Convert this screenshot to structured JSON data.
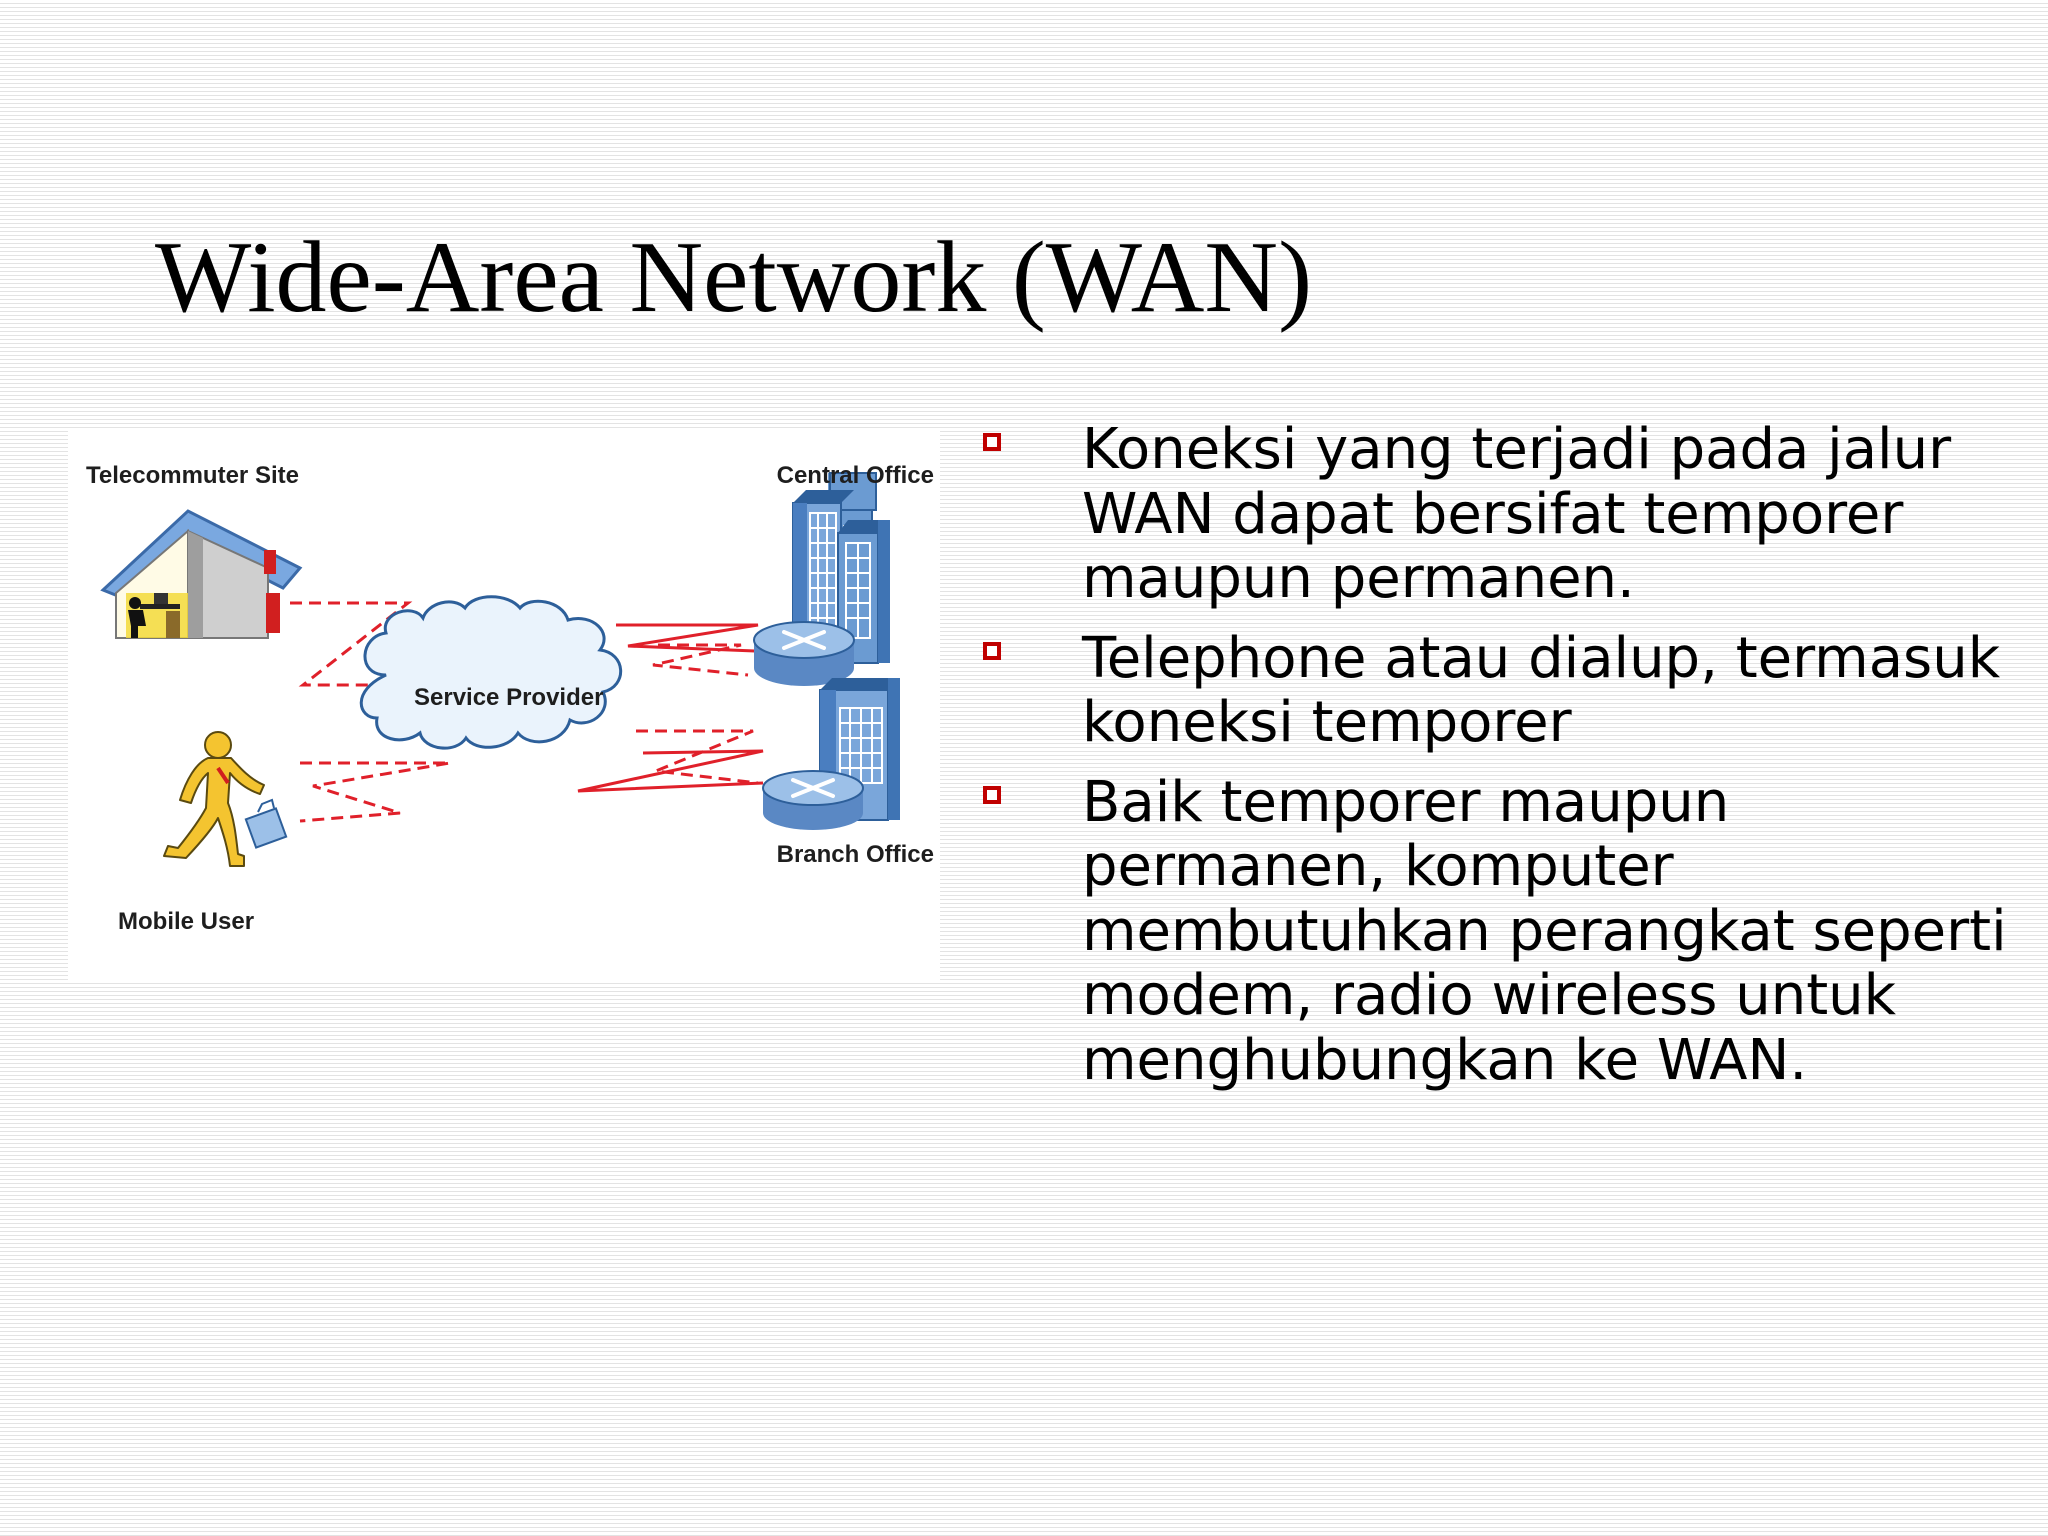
{
  "slide": {
    "title": "Wide-Area Network (WAN)"
  },
  "diagram": {
    "labels": {
      "telecommuter": "Telecommuter Site",
      "central": "Central Office",
      "provider": "Service Provider",
      "branch": "Branch Office",
      "mobile": "Mobile User"
    },
    "icons": [
      "house-icon",
      "worker-at-desk-icon",
      "cloud-icon",
      "office-building-icon",
      "router-icon",
      "running-person-icon",
      "briefcase-icon"
    ],
    "colors": {
      "link": "#e0202a",
      "building": "#5b8ec9",
      "router": "#6f9bcf",
      "cloud": "#eaf3fc",
      "person": "#f4c430"
    }
  },
  "bullets": [
    {
      "text": "Koneksi yang terjadi pada jalur WAN dapat bersifat temporer maupun permanen."
    },
    {
      "text": "Telephone atau dialup, termasuk koneksi temporer"
    },
    {
      "text": "Baik temporer maupun permanen, komputer membutuhkan perangkat seperti modem, radio wireless untuk menghubungkan ke WAN."
    }
  ],
  "colors": {
    "bullet_marker": "#c00000",
    "title": "#000000"
  }
}
